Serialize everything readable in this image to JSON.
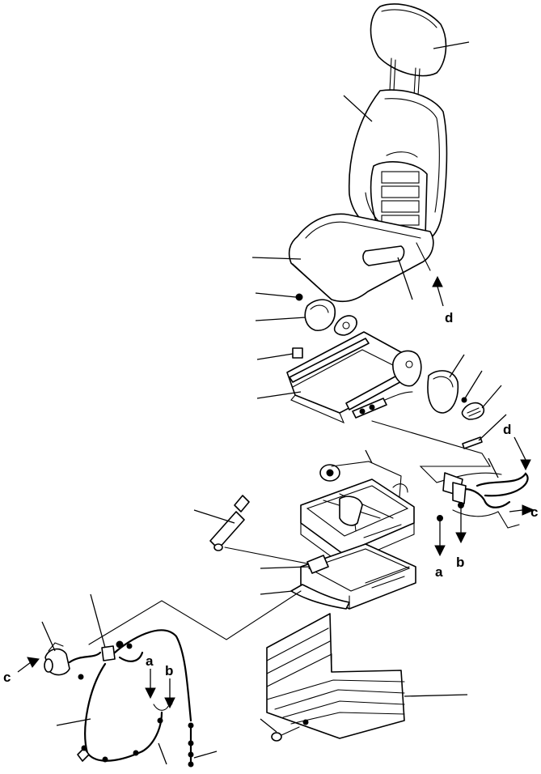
{
  "connector_labels": {
    "a_main": "a",
    "b_main": "b",
    "c_main": "c",
    "d_main": "d",
    "d_side": "d",
    "a_harness": "a",
    "b_harness": "b",
    "c_harness": "c"
  },
  "colors": {
    "line": "#000000",
    "background": "#ffffff"
  }
}
